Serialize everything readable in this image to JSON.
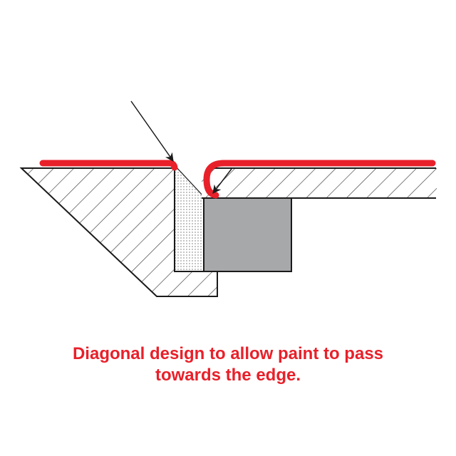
{
  "caption": {
    "line1": "Diagonal design to allow paint to pass",
    "line2": "towards the edge."
  },
  "colors": {
    "paint": "#e8202a",
    "outline": "#1a1a1a",
    "block": "#a7a8aa",
    "hatch": "#3a3a3a",
    "dots": "#9a9a9a",
    "caption": "#e8202a"
  },
  "parts": [
    {
      "id": "left-profile",
      "label": "hatched diagonal profile"
    },
    {
      "id": "dotted-channel",
      "label": "dotted diagonal gap"
    },
    {
      "id": "grey-block",
      "label": "solid grey block"
    },
    {
      "id": "right-board",
      "label": "hatched board"
    },
    {
      "id": "paint-left",
      "label": "red paint layer left"
    },
    {
      "id": "paint-right",
      "label": "red paint layer wrapping edge"
    },
    {
      "id": "arrow-main",
      "label": "arrow pointing to diagonal edge"
    },
    {
      "id": "arrow-edge",
      "label": "arrow pointing to wrapped edge"
    }
  ]
}
